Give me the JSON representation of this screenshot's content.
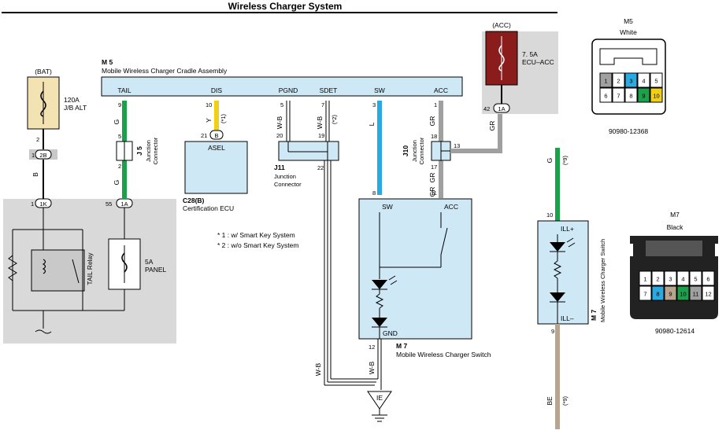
{
  "title": "Wireless Charger System",
  "colors": {
    "green": "#1aa14a",
    "yellow": "#f3cf14",
    "blue": "#2aaae2",
    "gray": "#a0a0a0",
    "beige": "#b9a48e",
    "box_fill": "#cfe8f6",
    "relay_fill": "#c9c9c9",
    "panel_gray": "#d9d9d9",
    "bat_fuse": "#f3e3b3",
    "acc_fuse": "#8a1c1c"
  },
  "bat": {
    "tag": "(BAT)",
    "amp": "120A",
    "name": "J/B ALT",
    "pin_top": "2",
    "conn_2b": "2B",
    "pin_2b": "1",
    "wire": "B",
    "conn_1k": "1K",
    "pin_1k": "1"
  },
  "relay": {
    "label": "TAIL Relay"
  },
  "panel_fuse": {
    "amp": "5A",
    "name": "PANEL",
    "conn": "1A",
    "pin": "55"
  },
  "j5": {
    "id": "J 5",
    "name_line1": "Junction",
    "name_line2": "Connector",
    "pin_top": "5",
    "pin_bottom": "2",
    "wire_top": "G",
    "wire_bottom": "G"
  },
  "m5": {
    "id": "M 5",
    "name": "Mobile Wireless Charger Cradle Assembly",
    "pins": [
      "TAIL",
      "DIS",
      "PGND",
      "SDET",
      "SW",
      "ACC"
    ],
    "pin_nums": [
      "9",
      "10",
      "5",
      "7",
      "3",
      "1"
    ],
    "wire_tail": "G",
    "wire_dis": "Y",
    "note_dis": "(*1)",
    "wire_pgnd": "W-B",
    "wire_sdet": "W-B",
    "note_sdet": "(*2)",
    "wire_sw": "L",
    "wire_acc": "GR"
  },
  "c28": {
    "id": "C28(B)",
    "name": "Certification ECU",
    "pin_label": "ASEL",
    "pin": "21",
    "conn": "B"
  },
  "j11": {
    "id": "J11",
    "name_line1": "Junction",
    "name_line2": "Connector",
    "pin_a": "20",
    "pin_b": "19",
    "pin_c": "22"
  },
  "j10": {
    "id": "J10",
    "name_line1": "Junction",
    "name_line2": "Connector",
    "pin_18": "18",
    "pin_13": "13",
    "pin_17": "17",
    "pin_11": "11",
    "wire_17": "GR",
    "wire_11": "GR",
    "wire_13": "GR"
  },
  "acc": {
    "tag": "(ACC)",
    "amp": "7. 5A",
    "name": "ECU–ACC",
    "conn": "1A",
    "pin": "42"
  },
  "notes": [
    "* 1 : w/ Smart Key System",
    "* 2 : w/o Smart Key System"
  ],
  "m7_switch": {
    "id": "M 7",
    "name": "Mobile Wireless Charger Switch",
    "sw": "SW",
    "acc": "ACC",
    "gnd": "GND",
    "pin_sw": "8",
    "pin_gnd": "12",
    "wire_gnd": "W-B",
    "wire_main": "W-B"
  },
  "ground": {
    "label": "IE"
  },
  "m7_illum": {
    "id": "M 7",
    "name": "Mobile Wireless Charger Switch",
    "ill_plus": "ILL+",
    "ill_minus": "ILL–",
    "pin_top": "10",
    "pin_bottom": "9",
    "wire_top": "G",
    "note_top": "(*9)",
    "wire_bottom": "BE",
    "note_bottom": "(*9)"
  },
  "m5_connector": {
    "id": "M5",
    "color": "White",
    "part": "90980-12368",
    "pins": [
      "1",
      "2",
      "3",
      "4",
      "5",
      "6",
      "7",
      "8",
      "9",
      "10"
    ],
    "pin_colors": [
      "#a0a0a0",
      "#ffffff",
      "#2aaae2",
      "#ffffff",
      "#ffffff",
      "#ffffff",
      "#ffffff",
      "#ffffff",
      "#1aa14a",
      "#f3cf14"
    ]
  },
  "m7_connector": {
    "id": "M7",
    "color": "Black",
    "part": "90980-12614",
    "pins": [
      "1",
      "2",
      "3",
      "4",
      "5",
      "6",
      "7",
      "8",
      "9",
      "10",
      "11",
      "12"
    ],
    "pin_colors": [
      "#ffffff",
      "#ffffff",
      "#ffffff",
      "#ffffff",
      "#ffffff",
      "#ffffff",
      "#ffffff",
      "#2aaae2",
      "#b9a48e",
      "#1aa14a",
      "#a0a0a0",
      "#ffffff"
    ]
  }
}
